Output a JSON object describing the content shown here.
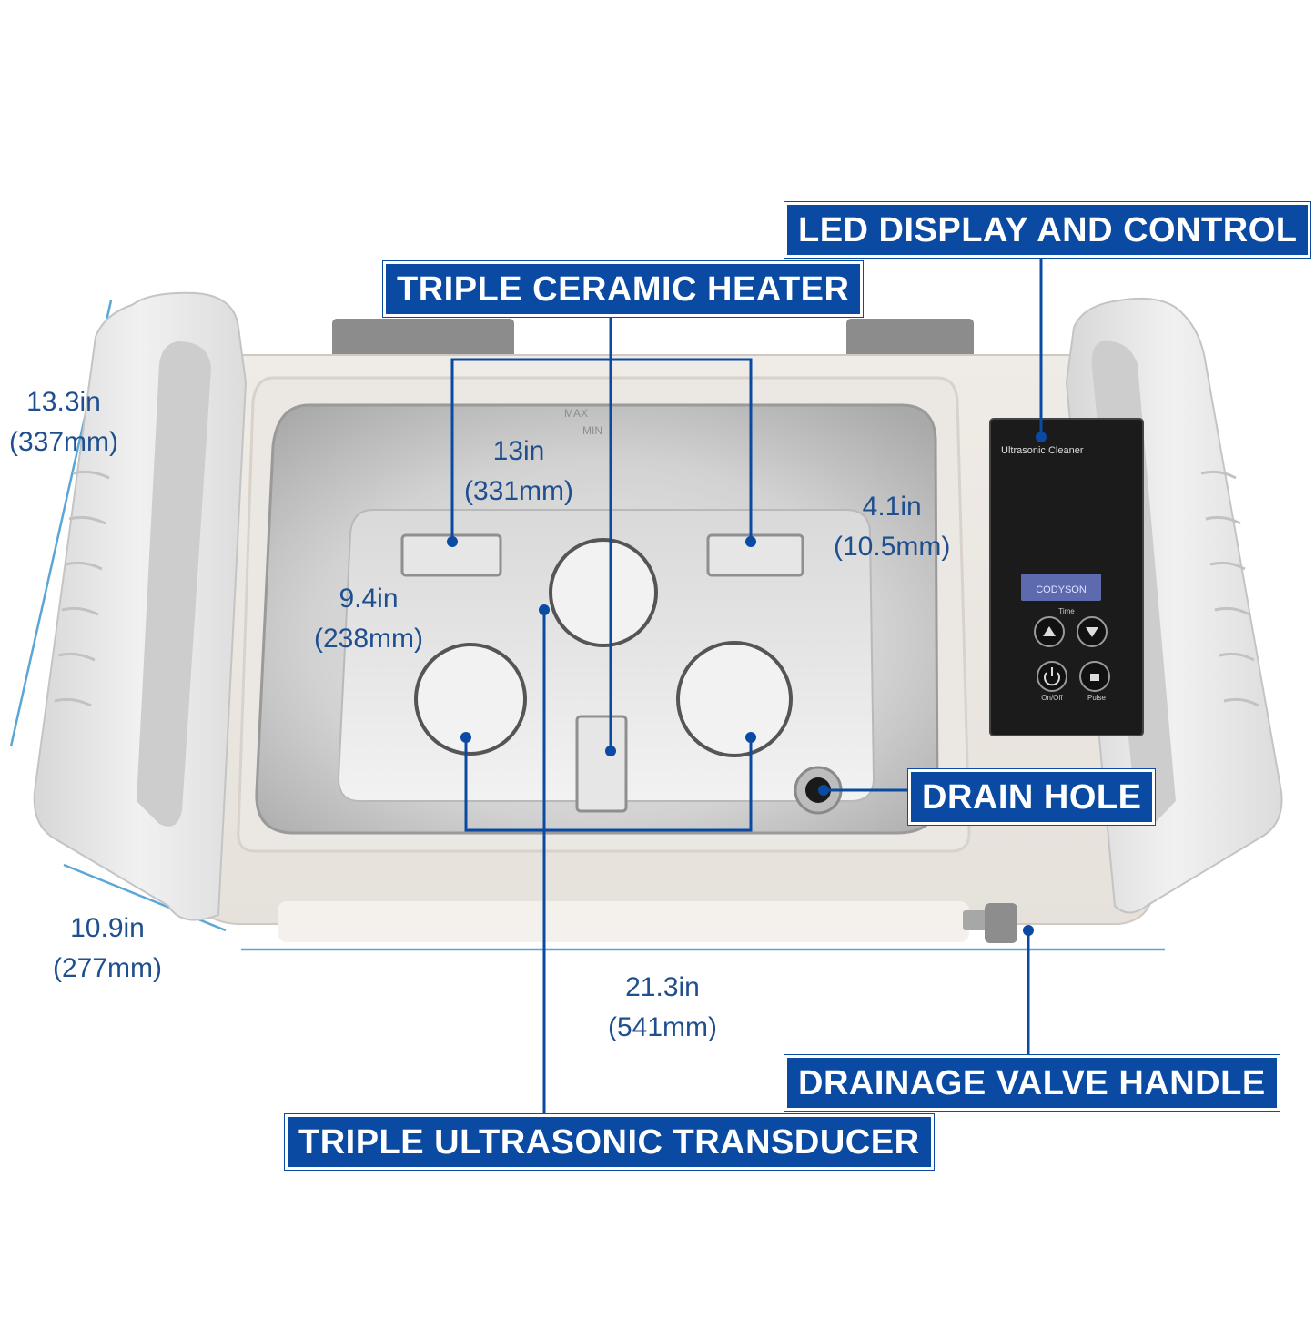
{
  "callouts": {
    "led": "LED DISPLAY AND CONTROL",
    "heater": "TRIPLE CERAMIC HEATER",
    "drain_hole": "DRAIN HOLE",
    "valve": "DRAINAGE VALVE HANDLE",
    "transducer": "TRIPLE ULTRASONIC TRANSDUCER"
  },
  "dimensions": {
    "height_in": "13.3in",
    "height_mm": "(337mm)",
    "tank_length_in": "13in",
    "tank_length_mm": "(331mm)",
    "tank_depth_in": "4.1in",
    "tank_depth_mm": "(10.5mm)",
    "tank_width_in": "9.4in",
    "tank_width_mm": "(238mm)",
    "depth_in": "10.9in",
    "depth_mm": "(277mm)",
    "length_in": "21.3in",
    "length_mm": "(541mm)"
  },
  "panel": {
    "title": "Ultrasonic Cleaner",
    "brand": "CODYSON",
    "time_label": "Time",
    "onoff_label": "On/Off",
    "pulse_label": "Pulse"
  },
  "tank": {
    "max_mark": "MAX",
    "min_mark": "MIN"
  },
  "colors": {
    "callout_bg": "#0b4aa2",
    "leader": "#0b4aa2",
    "dimension_text": "#1f4f8f",
    "dimension_line": "#5aa6d6"
  }
}
